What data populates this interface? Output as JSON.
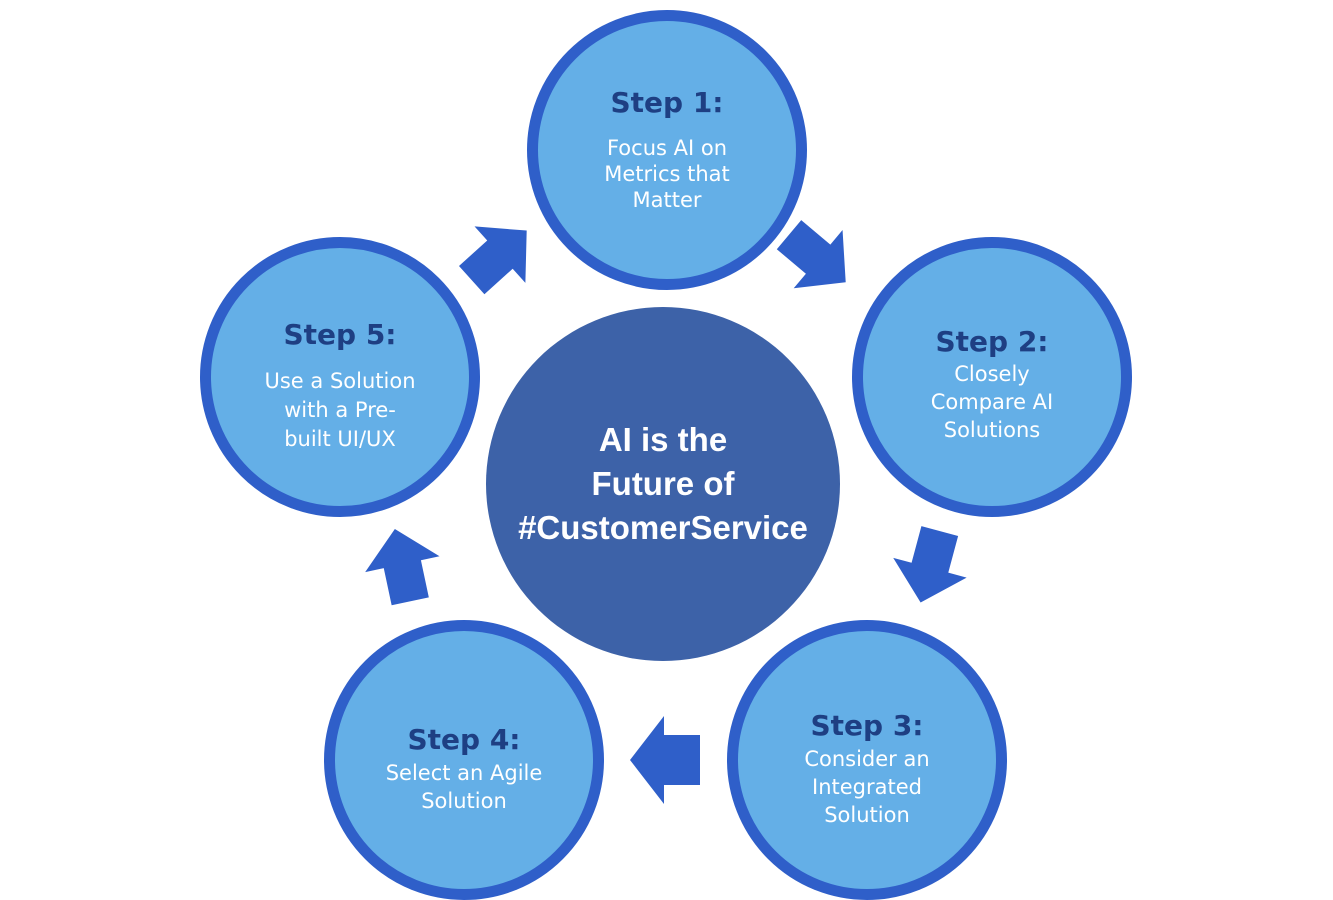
{
  "colors": {
    "center_fill": "#3d62a8",
    "step_fill": "#64afe7",
    "step_border": "#2f5fc9",
    "arrow": "#2f5fc9",
    "step_title": "#1e3f83",
    "step_text": "#ffffff"
  },
  "center": {
    "lines": [
      "AI is the",
      "Future of",
      "#CustomerService"
    ]
  },
  "steps": [
    {
      "title": "Step 1:",
      "lines": [
        "Focus AI on",
        "Metrics that",
        "Matter"
      ]
    },
    {
      "title": "Step 2:",
      "lines": [
        "Closely",
        "Compare AI",
        "Solutions"
      ]
    },
    {
      "title": "Step 3:",
      "lines": [
        "Consider an",
        "Integrated",
        "Solution"
      ]
    },
    {
      "title": "Step 4:",
      "lines": [
        "Select an Agile",
        "Solution"
      ]
    },
    {
      "title": "Step 5:",
      "lines": [
        "Use a Solution",
        "with a Pre-",
        "built UI/UX"
      ]
    }
  ],
  "arrows": [
    {
      "from": "Step 1",
      "to": "Step 2",
      "icon": "arrow-right-down"
    },
    {
      "from": "Step 2",
      "to": "Step 3",
      "icon": "arrow-down"
    },
    {
      "from": "Step 3",
      "to": "Step 4",
      "icon": "arrow-left"
    },
    {
      "from": "Step 4",
      "to": "Step 5",
      "icon": "arrow-up"
    },
    {
      "from": "Step 5",
      "to": "Step 1",
      "icon": "arrow-right-up"
    }
  ]
}
